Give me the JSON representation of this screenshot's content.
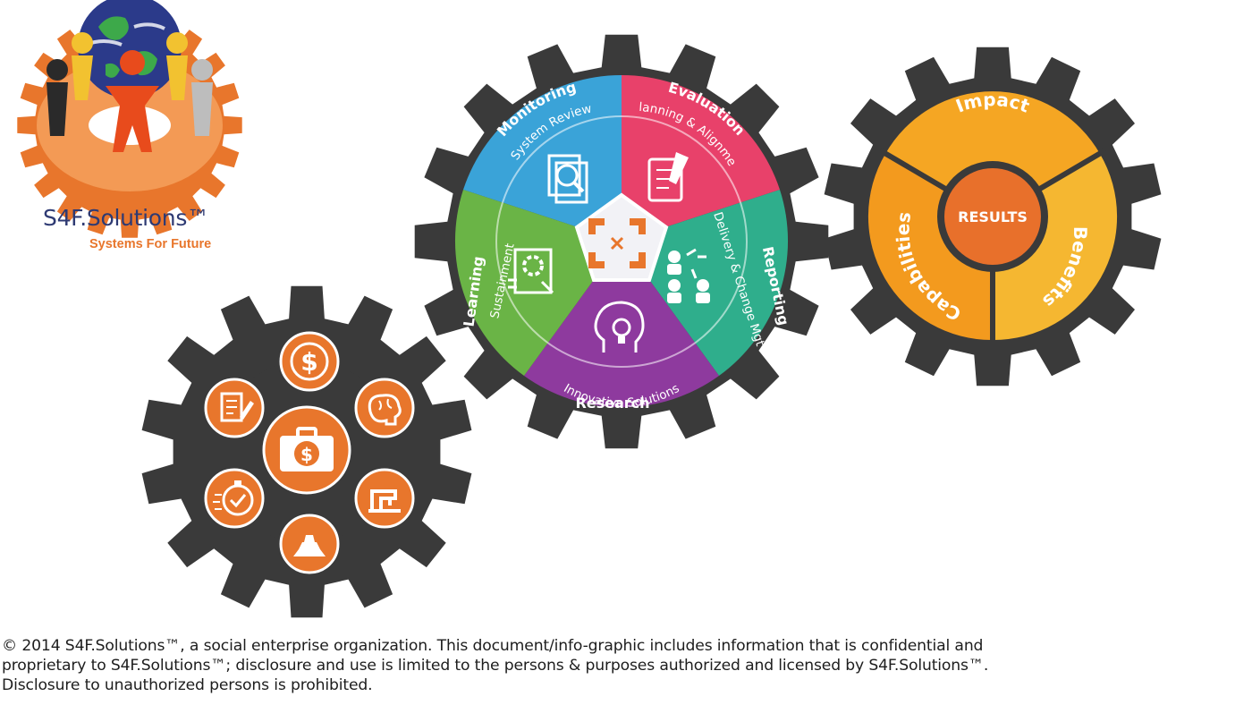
{
  "brand": {
    "name": "S4F.Solutions™",
    "tagline": "Systems For Future"
  },
  "left_gear": {
    "center_icon": "money-briefcase-icon",
    "icons": [
      "dollar-coin-icon",
      "brain-icon",
      "sewing-machine-icon",
      "building-blocks-icon",
      "stopwatch-check-icon",
      "document-edit-icon"
    ]
  },
  "middle_gear": {
    "center_icon": "arrows-converge-icon",
    "segments": [
      {
        "title": "Monitoring",
        "subtitle": "System Review",
        "color": "#3aa3d8",
        "icon": "document-search-icon"
      },
      {
        "title": "Evaluation",
        "subtitle": "Planning & Alignment",
        "color": "#e8416a",
        "icon": "clipboard-pen-icon"
      },
      {
        "title": "Reporting",
        "subtitle": "Delivery & Change Mgt",
        "color": "#2fae8c",
        "icon": "team-chart-icon"
      },
      {
        "title": "Research",
        "subtitle": "Innovative Solutions",
        "color": "#8e3a9e",
        "icon": "head-lightbulb-icon"
      },
      {
        "title": "Learning",
        "subtitle": "Sustainment",
        "color": "#6ab446",
        "icon": "gear-document-icon"
      }
    ]
  },
  "right_gear": {
    "center": "RESULTS",
    "segments": [
      "Impact",
      "Benefits",
      "Capabilities"
    ]
  },
  "colors": {
    "gear": "#3a3a3a",
    "orange": "#e8762c",
    "navy": "#2e3a73",
    "result_center": "#e8702b",
    "result_segment": "#f5a623"
  },
  "footer": {
    "line1": "© 2014 S4F.Solutions™, a social enterprise organization. This document/info-graphic includes information that is confidential and",
    "line2": "proprietary to S4F.Solutions™; disclosure and use is limited to the persons & purposes authorized and licensed by S4F.Solutions™.",
    "line3": "Disclosure to unauthorized persons is prohibited."
  }
}
